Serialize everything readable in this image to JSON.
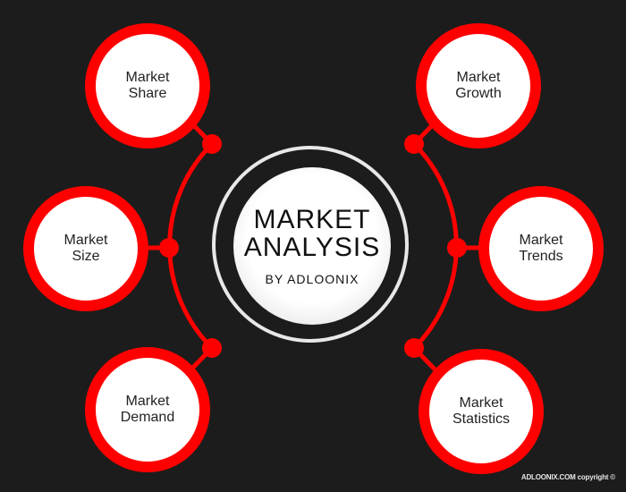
{
  "center": {
    "title_line1": "MARKET",
    "title_line2": "ANALYSIS",
    "subtitle": "BY ADLOONIX"
  },
  "nodes": {
    "top_left": {
      "line1": "Market",
      "line2": "Share"
    },
    "mid_left": {
      "line1": "Market",
      "line2": "Size"
    },
    "bottom_left": {
      "line1": "Market",
      "line2": "Demand"
    },
    "top_right": {
      "line1": "Market",
      "line2": "Growth"
    },
    "mid_right": {
      "line1": "Market",
      "line2": "Trends"
    },
    "bottom_right": {
      "line1": "Market",
      "line2": "Statistics"
    }
  },
  "footer": "ADLOONIX.COM copyright ©",
  "colors": {
    "background": "#1c1c1c",
    "accent": "#ff0000",
    "node_fill": "#ffffff",
    "ring": "#e8e8e8"
  }
}
